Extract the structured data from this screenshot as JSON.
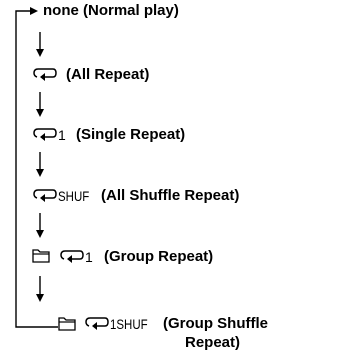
{
  "modes": [
    {
      "label": "none (Normal play)",
      "indicator": ""
    },
    {
      "label": "(All Repeat)",
      "indicator": ""
    },
    {
      "label": "(Single Repeat)",
      "indicator": "1"
    },
    {
      "label": "(All Shuffle Repeat)",
      "indicator": "SHUF"
    },
    {
      "label": "(Group Repeat)",
      "indicator": "1"
    },
    {
      "label": "(Group Shuffle",
      "label_line2": "Repeat)",
      "indicator": "1SHUF"
    }
  ],
  "icons": [
    "repeat-icon",
    "folder-icon"
  ]
}
